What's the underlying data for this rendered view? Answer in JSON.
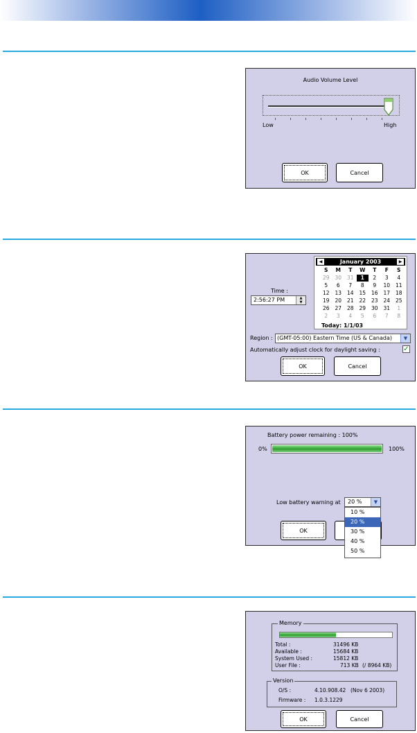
{
  "volume": {
    "title": "Audio Volume Level",
    "low_label": "Low",
    "high_label": "High",
    "level_fraction": 1.0,
    "ok": "OK",
    "cancel": "Cancel"
  },
  "datetime": {
    "month_title": "January 2003",
    "prev_icon": "left-triangle-icon",
    "next_icon": "right-triangle-icon",
    "weekdays": [
      "S",
      "M",
      "T",
      "W",
      "T",
      "F",
      "S"
    ],
    "weeks": [
      [
        "29",
        "30",
        "31",
        "1",
        "2",
        "3",
        "4"
      ],
      [
        "5",
        "6",
        "7",
        "8",
        "9",
        "10",
        "11"
      ],
      [
        "12",
        "13",
        "14",
        "15",
        "16",
        "17",
        "18"
      ],
      [
        "19",
        "20",
        "21",
        "22",
        "23",
        "24",
        "25"
      ],
      [
        "26",
        "27",
        "28",
        "29",
        "30",
        "31",
        "1"
      ],
      [
        "2",
        "3",
        "4",
        "5",
        "6",
        "7",
        "8"
      ]
    ],
    "today_label": "Today: 1/1/03",
    "time_label": "Time :",
    "time_value": "2:56:27 PM",
    "region_label": "Region :",
    "region_value": "(GMT-05:00) Eastern Time (US & Canada)",
    "dst_label": "Automatically adjust clock for daylight saving :",
    "dst_checked": true,
    "ok": "OK",
    "cancel": "Cancel"
  },
  "battery": {
    "remaining_label": "Battery power remaining : 100%",
    "min_label": "0%",
    "max_label": "100%",
    "level_fraction": 1.0,
    "warning_label": "Low battery warning at",
    "warning_value": "20 %",
    "options": [
      "10 %",
      "20 %",
      "30 %",
      "40 %",
      "50 %"
    ],
    "highlighted_option": "20 %",
    "ok": "OK"
  },
  "system": {
    "memory_label": "Memory",
    "memory_fraction": 0.5,
    "total_label": "Total :",
    "total_value": "31496 KB",
    "available_label": "Available :",
    "available_value": "15684 KB",
    "system_used_label": "System Used :",
    "system_used_value": "15812 KB",
    "user_file_label": "User File :",
    "user_file_value": "713 KB",
    "user_file_limit": "(/ 8964 KB)",
    "version_label": "Version",
    "os_label": "O/S :",
    "os_value": "4.10.908.42",
    "os_date": "(Nov 6 2003)",
    "firmware_label": "Firmware :",
    "firmware_value": "1.0.3.1229",
    "ok": "OK",
    "cancel": "Cancel"
  }
}
